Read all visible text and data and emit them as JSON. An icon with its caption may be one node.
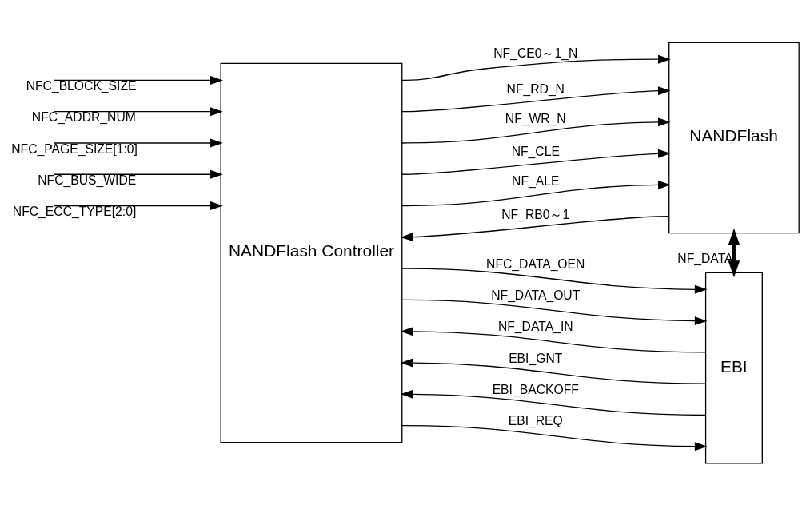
{
  "diagram": {
    "nodes": [
      {
        "text": [
          "NANDFlash Controller"
        ]
      },
      {
        "text": [
          "NANDFlash"
        ]
      },
      {
        "text": [
          "EBI"
        ]
      }
    ],
    "edges": [
      {
        "from": null,
        "to": 0,
        "arrow": "to",
        "label": "NFC_BLOCK_SIZE"
      },
      {
        "from": null,
        "to": 0,
        "arrow": "to",
        "label": "NFC_ADDR_NUM"
      },
      {
        "from": null,
        "to": 0,
        "arrow": "to",
        "label": "NFC_PAGE_SIZE[1:0]"
      },
      {
        "from": null,
        "to": 0,
        "arrow": "to",
        "label": "NFC_BUS_WIDE"
      },
      {
        "from": null,
        "to": 0,
        "arrow": "to",
        "label": "NFC_ECC_TYPE[2:0]"
      },
      {
        "from": 0,
        "to": 1,
        "arrow": "to",
        "label": "NF_CE0～1_N"
      },
      {
        "from": 0,
        "to": 1,
        "arrow": "to",
        "label": "NF_RD_N"
      },
      {
        "from": 0,
        "to": 1,
        "arrow": "to",
        "label": "NF_WR_N"
      },
      {
        "from": 0,
        "to": 1,
        "arrow": "to",
        "label": "NF_CLE"
      },
      {
        "from": 0,
        "to": 1,
        "arrow": "to",
        "label": "NF_ALE"
      },
      {
        "from": 1,
        "to": 0,
        "arrow": "to",
        "label": "NF_RB0～1"
      },
      {
        "from": 0,
        "to": 2,
        "arrow": "to",
        "label": "NFC_DATA_OEN"
      },
      {
        "from": 0,
        "to": 2,
        "arrow": "to",
        "label": "NF_DATA_OUT"
      },
      {
        "from": 2,
        "to": 0,
        "arrow": "to",
        "label": "NF_DATA_IN"
      },
      {
        "from": 2,
        "to": 0,
        "arrow": "to",
        "label": "EBI_GNT"
      },
      {
        "from": 2,
        "to": 0,
        "arrow": "to",
        "label": "EBI_BACKOFF"
      },
      {
        "from": 0,
        "to": 2,
        "arrow": "to",
        "label": "EBI_REQ"
      },
      {
        "from": 2,
        "to": 1,
        "arrow": "both",
        "label": "NF_DATA",
        "style": "thick"
      }
    ]
  }
}
